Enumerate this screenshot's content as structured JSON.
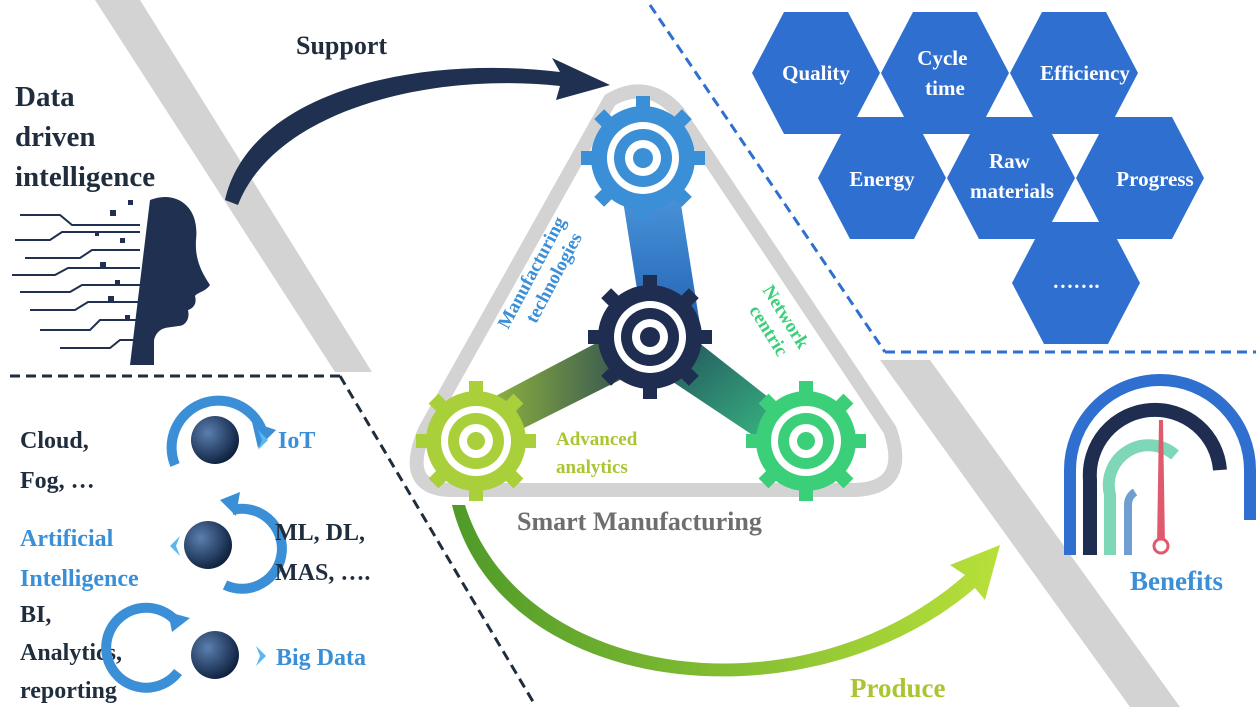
{
  "left_top": {
    "title_lines": [
      "Data",
      "driven",
      "intelligence"
    ]
  },
  "arrows": {
    "support": "Support",
    "produce": "Produce"
  },
  "center": {
    "title": "Smart Manufacturing",
    "labels": {
      "manufacturing": [
        "Manufacturing",
        "technologies"
      ],
      "network": [
        "Network",
        "centric"
      ],
      "analytics": [
        "Advanced",
        "analytics"
      ]
    }
  },
  "hexagons": [
    {
      "lines": [
        "Quality"
      ]
    },
    {
      "lines": [
        "Cycle",
        "time"
      ]
    },
    {
      "lines": [
        "Efficiency"
      ]
    },
    {
      "lines": [
        "Energy"
      ]
    },
    {
      "lines": [
        "Raw",
        "materials"
      ]
    },
    {
      "lines": [
        "Progress"
      ]
    },
    {
      "lines": [
        "……."
      ]
    }
  ],
  "left_bottom": {
    "cloud_lines": [
      "Cloud,",
      "Fog, …"
    ],
    "iot": "IoT",
    "ai_lines": [
      "Artificial",
      "Intelligence"
    ],
    "ml_lines": [
      "ML, DL,",
      "MAS, …."
    ],
    "bi_lines": [
      "BI,",
      "Analytics,",
      "reporting"
    ],
    "bigdata": "Big Data"
  },
  "right_bottom": {
    "benefits": "Benefits"
  },
  "colors": {
    "dark_navy": "#1f2d3d",
    "blue": "#3a8fd6",
    "hex_blue": "#2f6fd0",
    "green": "#6fb83a",
    "light_green": "#a9c531",
    "gray": "#d0d0d0"
  }
}
